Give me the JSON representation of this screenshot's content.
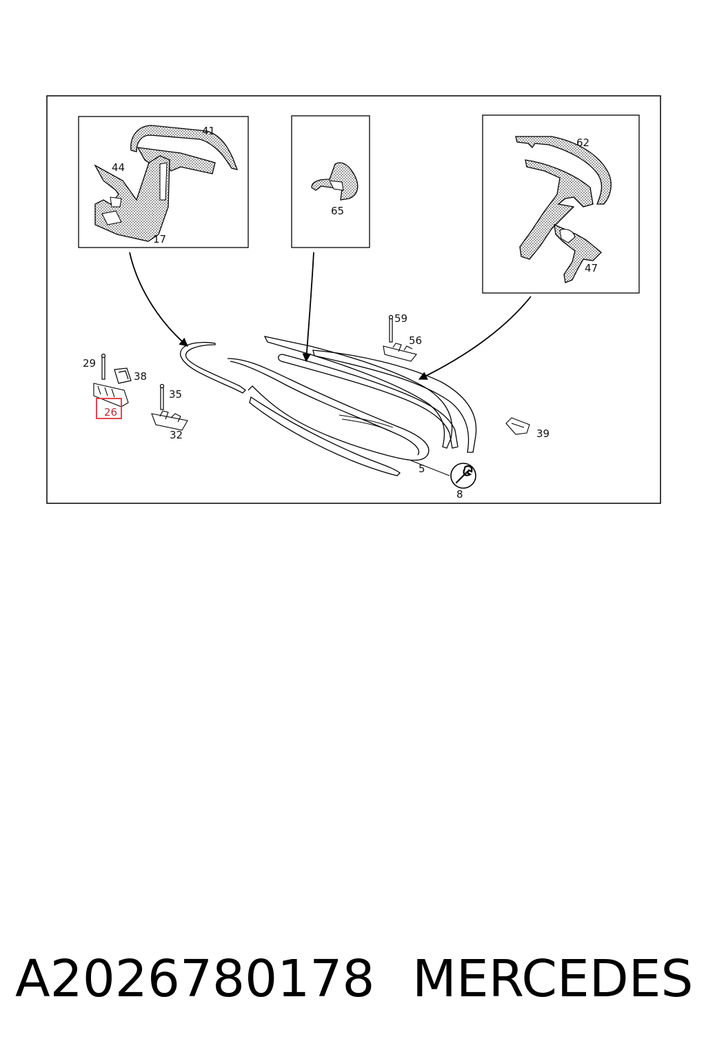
{
  "diagram": {
    "callouts": {
      "c41": "41",
      "c44": "44",
      "c17": "17",
      "c65": "65",
      "c62": "62",
      "c47": "47",
      "c59": "59",
      "c56": "56",
      "c29": "29",
      "c38": "38",
      "c35": "35",
      "c26": "26",
      "c32": "32",
      "c39": "39",
      "c5": "5",
      "c8": "8"
    },
    "highlighted_callout": "26",
    "highlight_color": "#e8424e"
  },
  "footer": {
    "part_number": "A2026780178",
    "brand": "MERCEDES"
  }
}
